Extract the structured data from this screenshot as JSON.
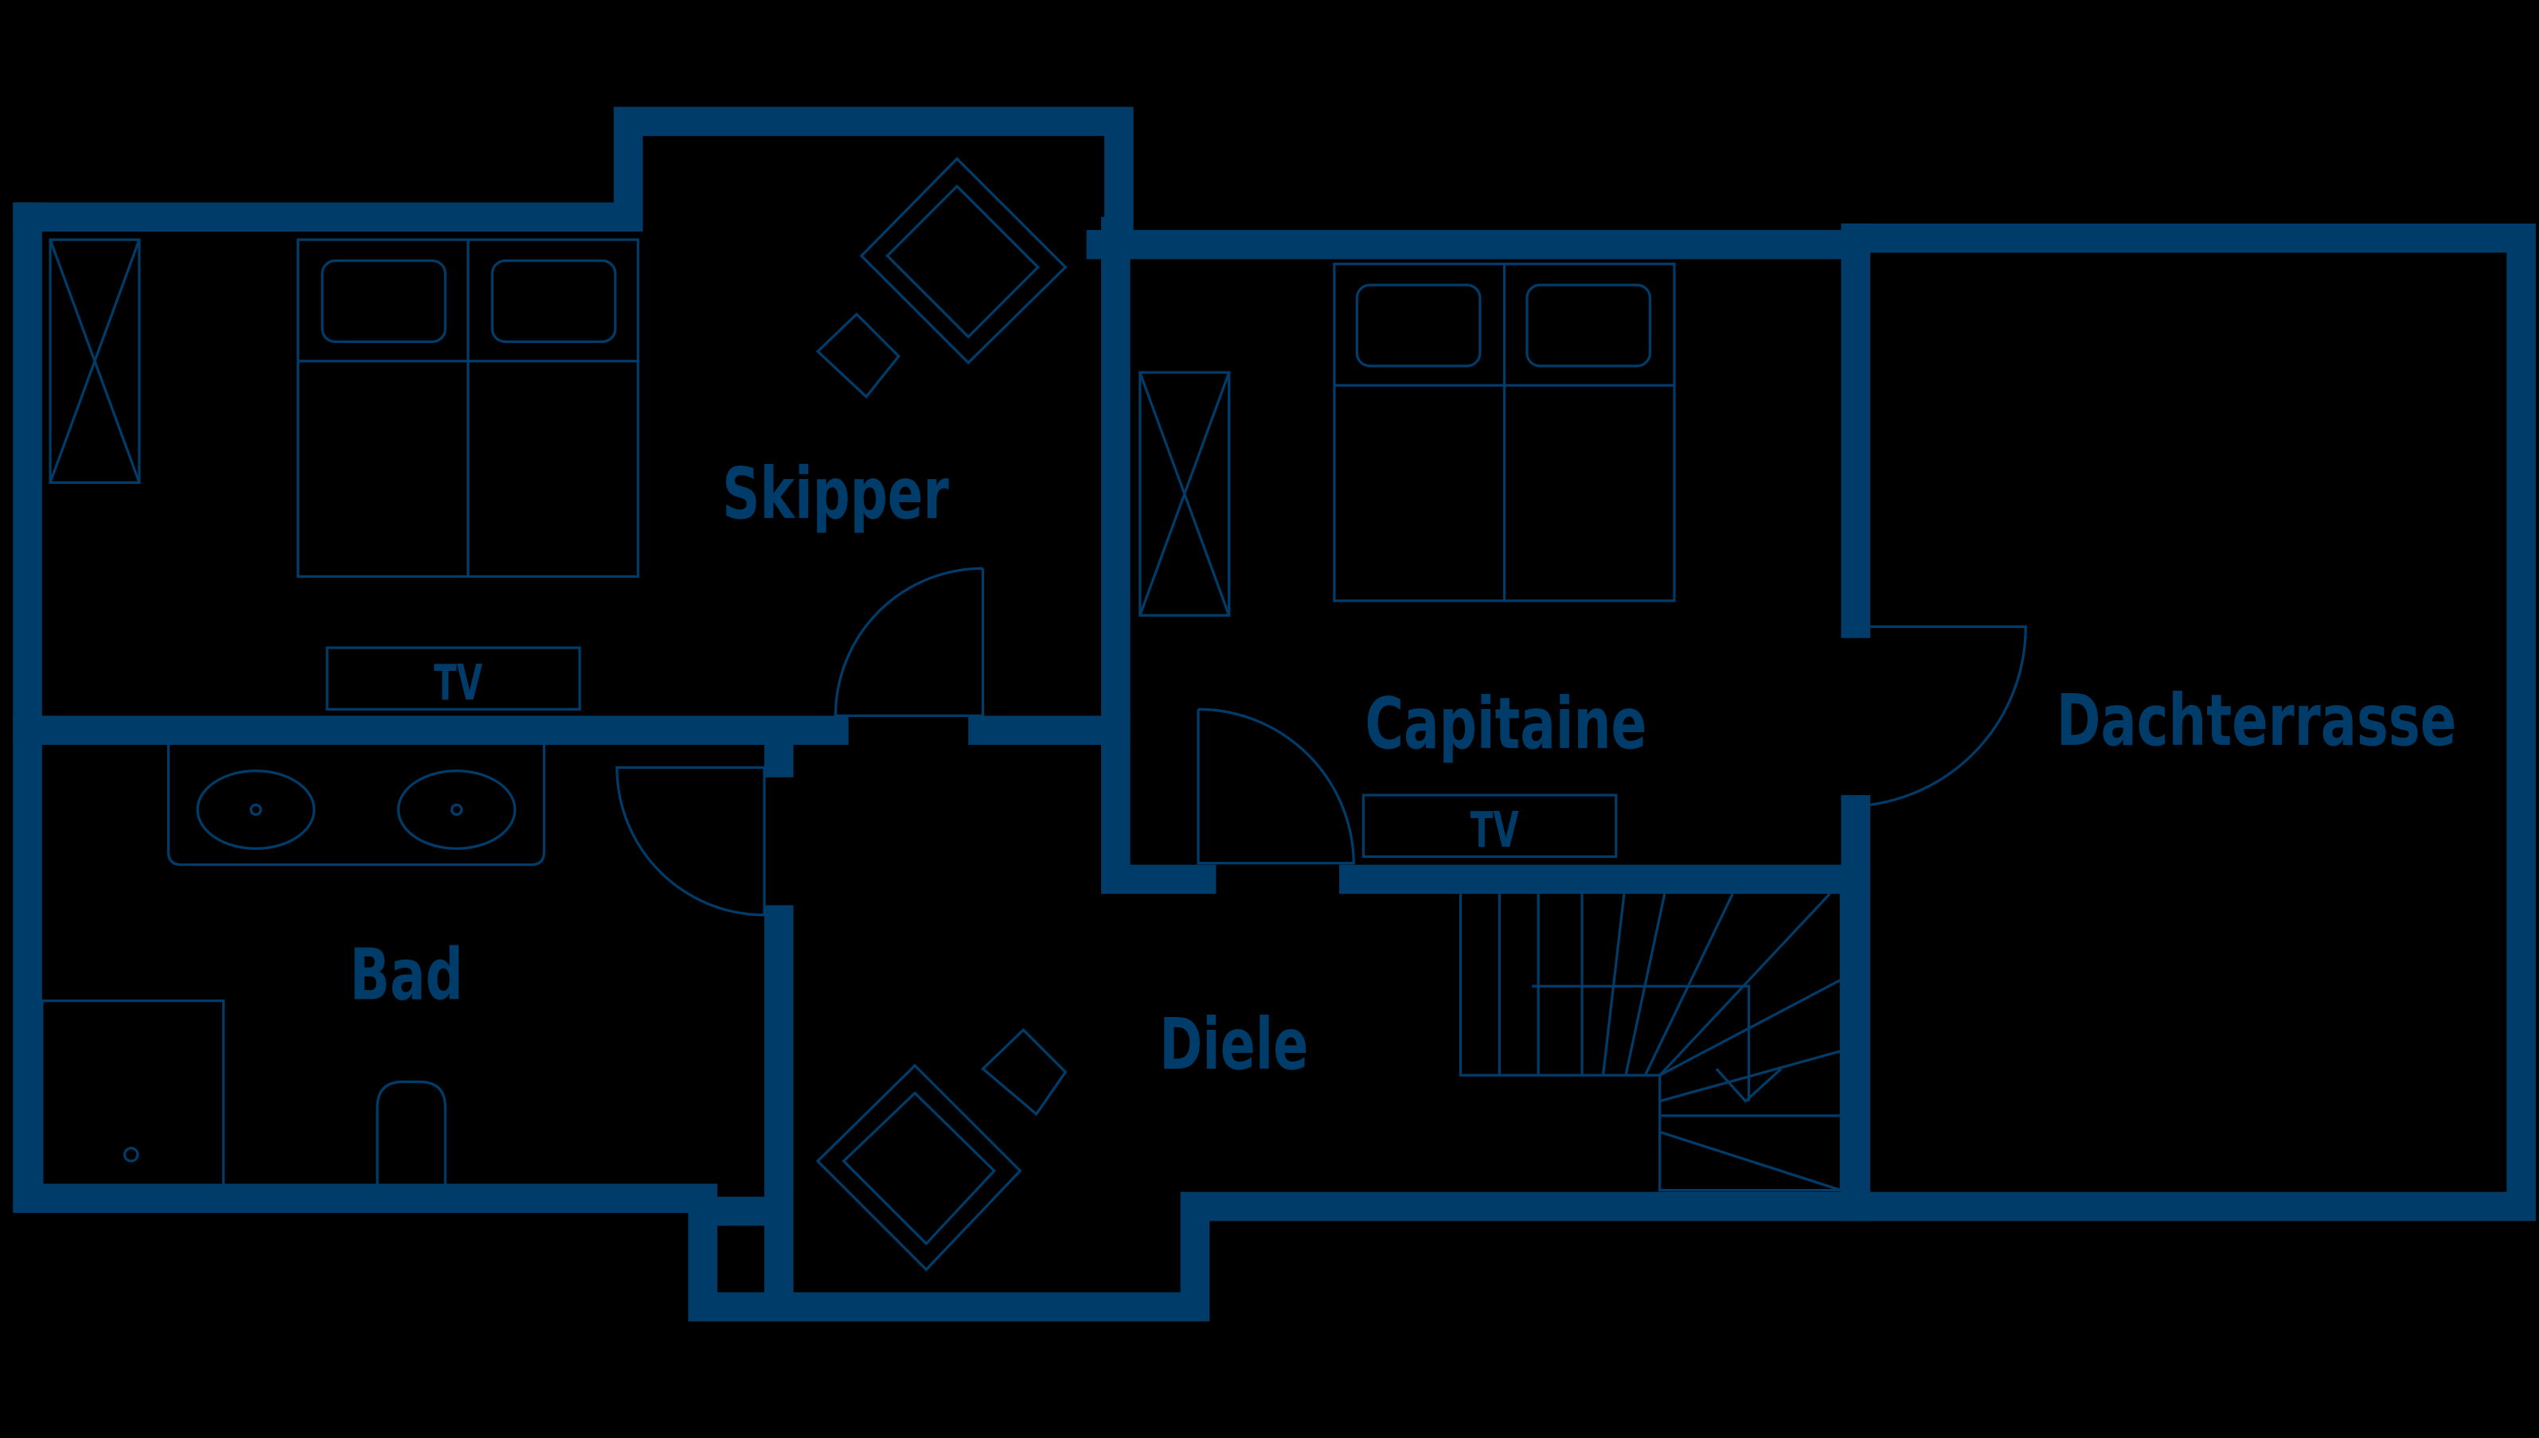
{
  "colors": {
    "background": "#000000",
    "walls": "#003c69"
  },
  "rooms": {
    "skipper": "Skipper",
    "capitaine": "Capitaine",
    "dachterrasse": "Dachterrasse",
    "bad": "Bad",
    "diele": "Diele"
  },
  "tv_labels": {
    "skipper": "TV",
    "capitaine": "TV"
  }
}
